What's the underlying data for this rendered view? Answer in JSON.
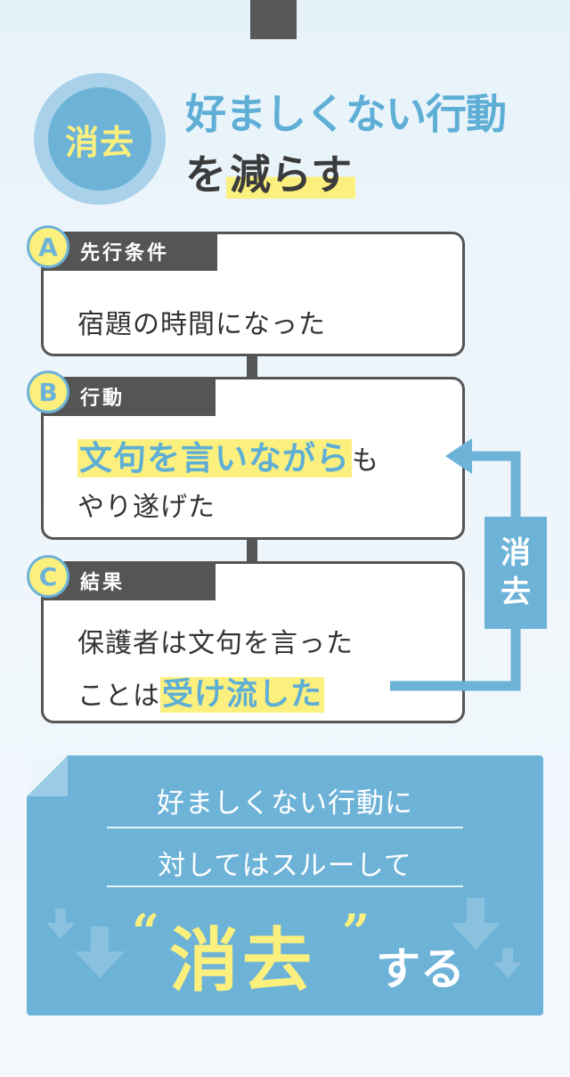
{
  "badge": {
    "text": "消去"
  },
  "headline": {
    "line1": "好ましくない行動",
    "line2_prefix": "を",
    "line2_highlight": "減らす"
  },
  "steps": [
    {
      "letter": "A",
      "tab_label": "先行条件",
      "lines": [
        "宿題の時間になった"
      ]
    },
    {
      "letter": "B",
      "tab_label": "行動",
      "line1_highlight": "文句を言いながら",
      "line1_rest": "も",
      "line2": "やり遂げた"
    },
    {
      "letter": "C",
      "tab_label": "結果",
      "line1": "保護者は文句を言った",
      "line2_prefix": "ことは",
      "line2_highlight": "受け流した"
    }
  ],
  "side_label": {
    "char1": "消",
    "char2": "去"
  },
  "bottom_panel": {
    "line1": "好ましくない行動に",
    "line2": "対してはスルーして",
    "open_quote": "“",
    "big_word": "消去",
    "close_quote": "”",
    "suffix": "する"
  },
  "colors": {
    "accent_blue": "#6db3d8",
    "highlight_yellow": "#fbf07e",
    "dark_gray": "#555555"
  }
}
